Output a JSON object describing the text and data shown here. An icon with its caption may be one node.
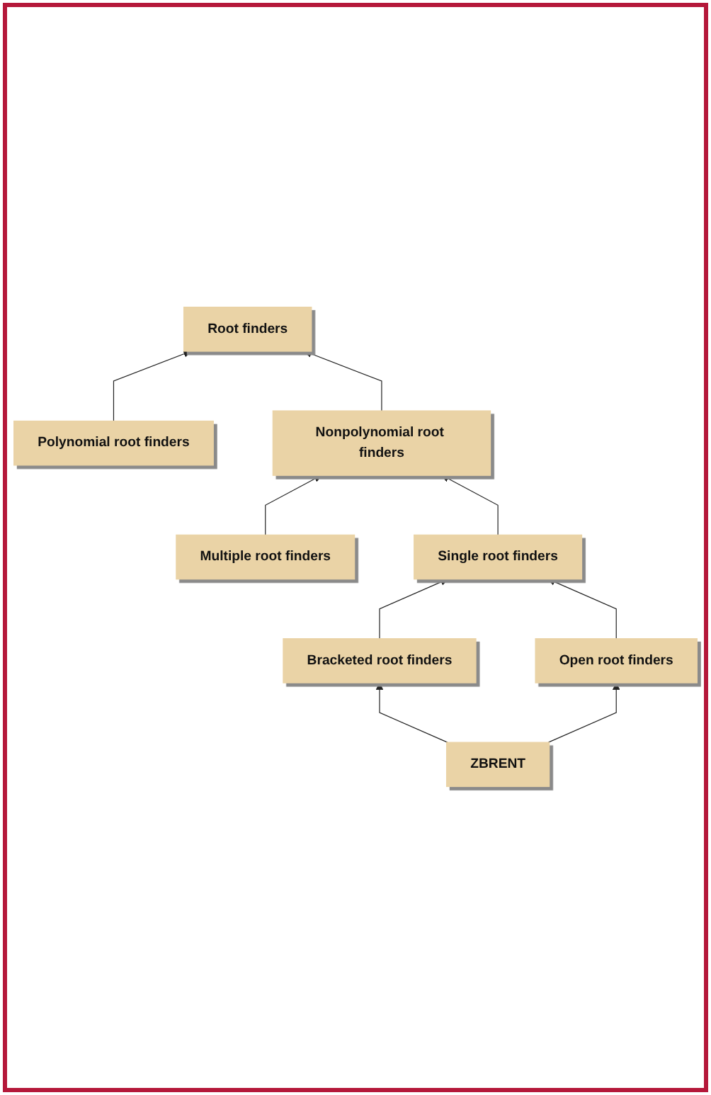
{
  "diagram": {
    "nodes": [
      {
        "text": [
          "Root finders"
        ]
      },
      {
        "text": [
          "Polynomial root finders"
        ]
      },
      {
        "text": [
          "Nonpolynomial root finders"
        ]
      },
      {
        "text": [
          "Multiple root finders"
        ]
      },
      {
        "text": [
          "Single root finders"
        ]
      },
      {
        "text": [
          "Bracketed root finders"
        ]
      },
      {
        "text": [
          "Open root finders"
        ]
      },
      {
        "text": [
          "ZBRENT"
        ]
      }
    ],
    "edges": [
      {
        "from": 1,
        "to": 0,
        "arrow": "to"
      },
      {
        "from": 2,
        "to": 0,
        "arrow": "to"
      },
      {
        "from": 3,
        "to": 2,
        "arrow": "to"
      },
      {
        "from": 4,
        "to": 2,
        "arrow": "to"
      },
      {
        "from": 5,
        "to": 4,
        "arrow": "to"
      },
      {
        "from": 6,
        "to": 4,
        "arrow": "to"
      },
      {
        "from": 7,
        "to": 5,
        "arrow": "to"
      },
      {
        "from": 7,
        "to": 6,
        "arrow": "to"
      }
    ]
  }
}
